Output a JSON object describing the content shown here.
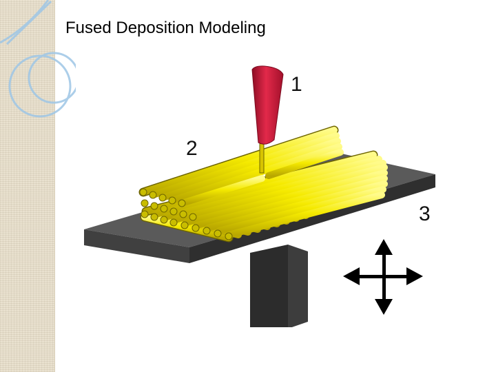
{
  "slide": {
    "title": "Fused Deposition Modeling"
  },
  "diagram": {
    "callouts": [
      {
        "label": "1",
        "target": "extrusion-nozzle"
      },
      {
        "label": "2",
        "target": "deposited-filament-layers"
      },
      {
        "label": "3",
        "target": "build-platform"
      }
    ]
  },
  "colors": {
    "nozzle": "#d21a3c",
    "filament": "#f5ea00",
    "platform": "#5a5a5a",
    "support": "#2f2f2f",
    "side_panel": "#e9e1cf",
    "decor_rings": "#9ec6e6"
  },
  "icons": {
    "movement": "four-way-arrows-icon"
  }
}
